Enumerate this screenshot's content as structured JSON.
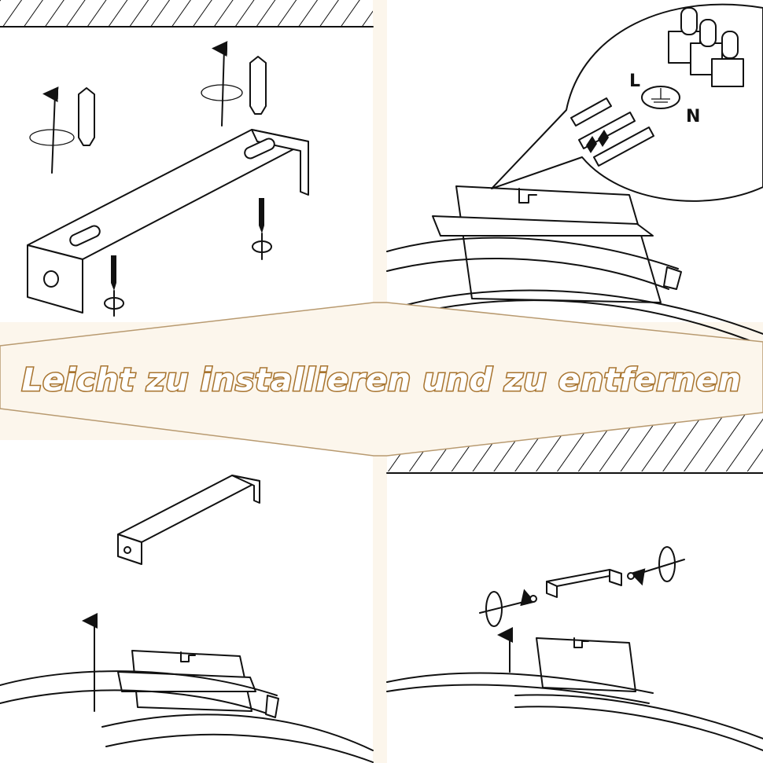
{
  "banner": {
    "text": "Leicht zu installieren und zu entfernen",
    "fill_color": "#fcf6ec",
    "text_outline_color": "#a8742f"
  },
  "wiring": {
    "live_label": "L",
    "neutral_label": "N",
    "ground_symbol": "earth-ground-icon"
  },
  "steps": [
    {
      "name": "mount-bracket-to-ceiling"
    },
    {
      "name": "connect-wires"
    },
    {
      "name": "lift-lamp-to-bracket"
    },
    {
      "name": "fasten-side-screws"
    }
  ]
}
